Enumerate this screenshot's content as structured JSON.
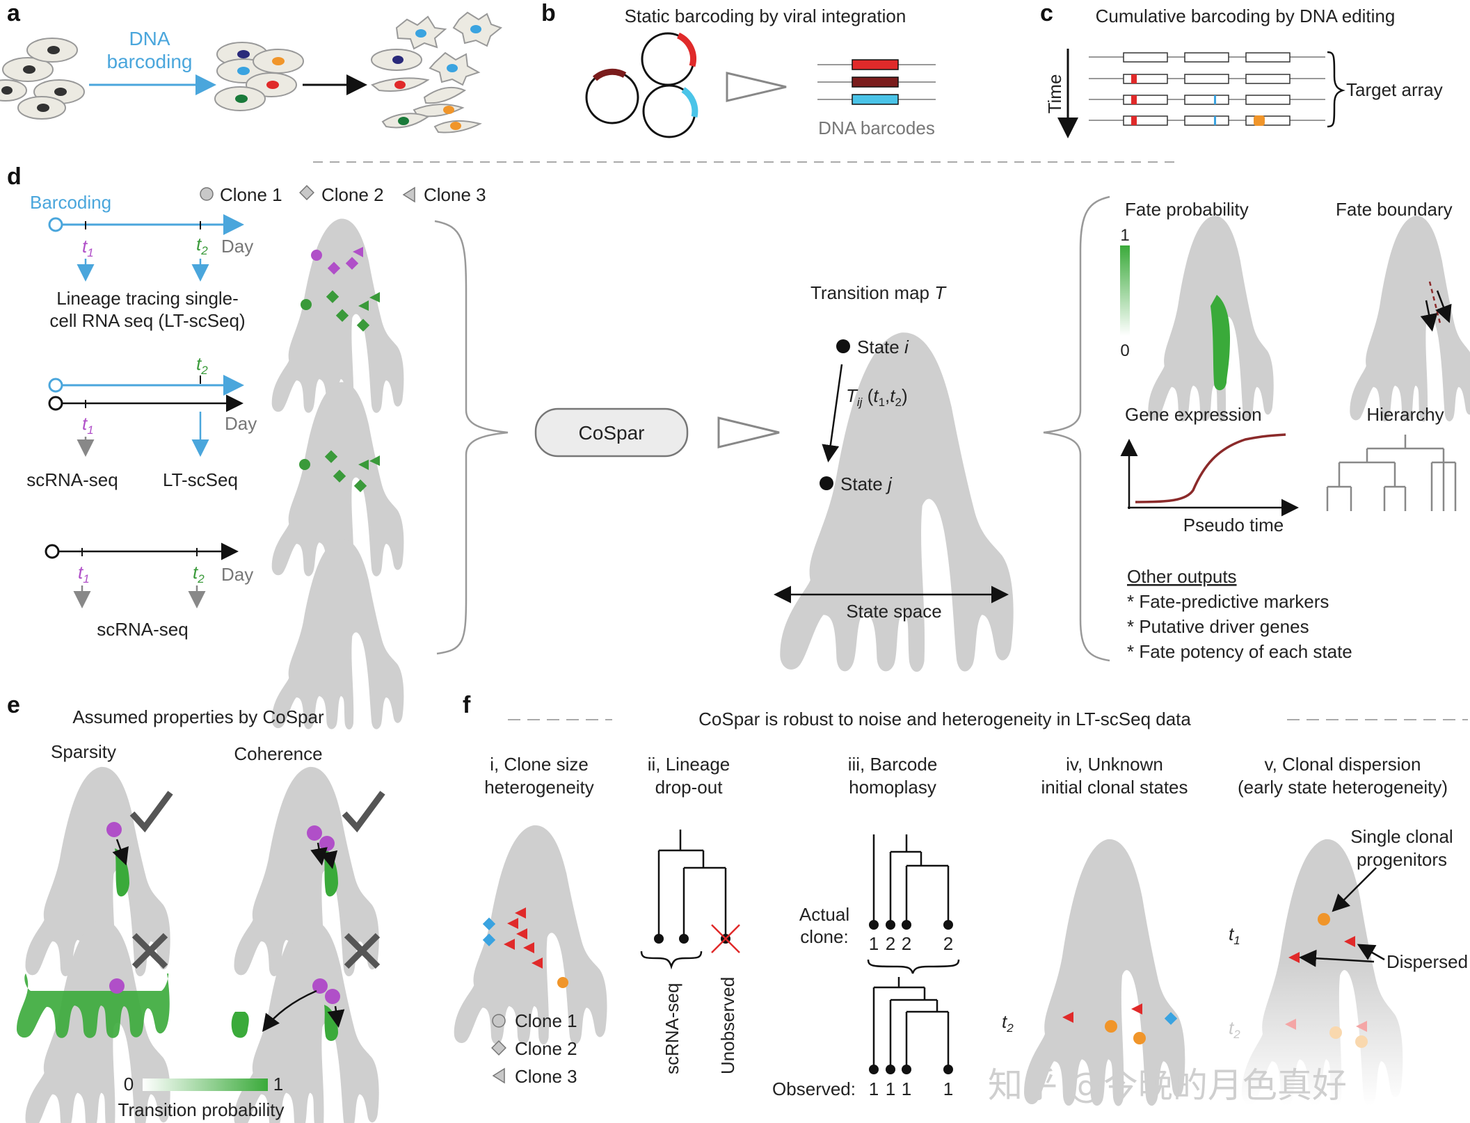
{
  "panels": {
    "a": "a",
    "b": "b",
    "c": "c",
    "d": "d",
    "e": "e",
    "f": "f"
  },
  "a": {
    "dna_barcoding_line1": "DNA",
    "dna_barcoding_line2": "barcoding"
  },
  "b": {
    "title": "Static barcoding by viral integration",
    "dna_barcodes": "DNA barcodes"
  },
  "c": {
    "title": "Cumulative barcoding by DNA editing",
    "time": "Time",
    "target_array": "Target array"
  },
  "d": {
    "barcoding": "Barcoding",
    "legend": {
      "clone1": "Clone 1",
      "clone2": "Clone 2",
      "clone3": "Clone 3"
    },
    "t": "t",
    "sub1": "1",
    "sub2": "2",
    "ij": "ij",
    "day": "Day",
    "lt_line1": "Lineage tracing single-",
    "lt_line2": "cell RNA seq (LT-scSeq)",
    "scrna": "scRNA-seq",
    "ltscseq": "LT-scSeq",
    "cospar": "CoSpar",
    "transition_map": "Transition map",
    "T": "T",
    "state_i_pre": "State ",
    "i": "i",
    "state_j_pre": "State ",
    "j": "j",
    "Tij_suffix_open": " (",
    "comma": ",",
    "close": ")",
    "state_space": "State space",
    "fate_probability": "Fate probability",
    "fp_scale_max": "1",
    "fp_scale_min": "0",
    "fate_boundary": "Fate boundary",
    "gene_expression": "Gene expression",
    "pseudo_time": "Pseudo time",
    "hierarchy": "Hierarchy",
    "other_outputs": "Other outputs",
    "outputs": [
      "* Fate-predictive markers",
      "* Putative driver genes",
      "* Fate potency of each state"
    ]
  },
  "e": {
    "title": "Assumed properties by CoSpar",
    "sparsity": "Sparsity",
    "coherence": "Coherence",
    "scale_min": "0",
    "scale_max": "1",
    "transition_probability": "Transition probability"
  },
  "f": {
    "title": "CoSpar is robust to noise and heterogeneity in LT-scSeq data",
    "i_line1": "i, Clone size",
    "i_line2": "heterogeneity",
    "ii_line1": "ii, Lineage",
    "ii_line2": "drop-out",
    "iii_line1": "iii, Barcode",
    "iii_line2": "homoplasy",
    "iv_line1": "iv, Unknown",
    "iv_line2": "initial clonal states",
    "v_line1": "v, Clonal dispersion",
    "v_line2": "(early state heterogeneity)",
    "legend": {
      "clone1": "Clone 1",
      "clone2": "Clone 2",
      "clone3": "Clone 3"
    },
    "scrna": "scRNA-seq",
    "unobserved": "Unobserved",
    "actual_clone_line1": "Actual",
    "actual_clone_line2": "clone:",
    "actual_labels": [
      "1",
      "2",
      "2",
      "2"
    ],
    "observed": "Observed:",
    "observed_labels": [
      "1",
      "1",
      "1",
      "1"
    ],
    "single_clonal_line1": "Single clonal",
    "single_clonal_line2": "progenitors",
    "dispersed": "Dispersed",
    "t": "t",
    "sub1": "1",
    "sub2": "2"
  },
  "watermark": "知乎 @今晚的月色真好",
  "colors": {
    "barcoding_blue": "#4aa6dc",
    "tissue_gray": "#cfcfcf",
    "fate_green": "#3aaa3a",
    "clone_purple": "#b04fc8",
    "clone_red": "#e02a2a",
    "clone_orange": "#f0952a",
    "clone_cyan": "#3aa3e0",
    "barcode_red": "#e02a2a",
    "barcode_darkred": "#7a1c1c",
    "barcode_cyan": "#4ac4e8",
    "curve_darkred": "#8b2a2a"
  }
}
